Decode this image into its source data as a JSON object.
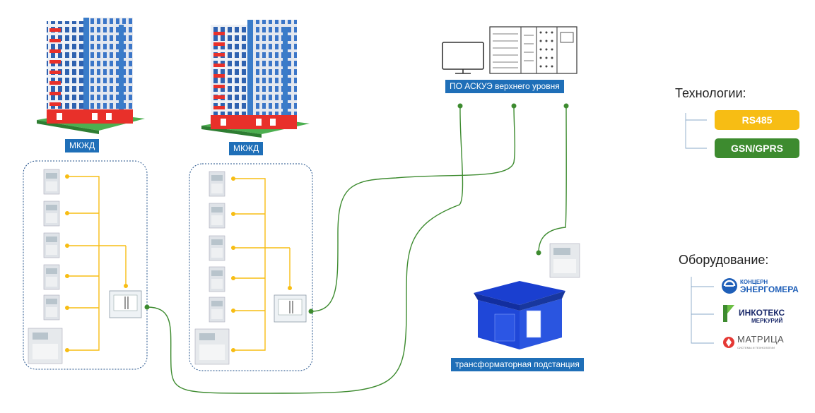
{
  "labels": {
    "building_left": "МКЖД",
    "building_middle": "МКЖД",
    "server": "ПО АСКУЭ верхнего уровня",
    "substation": "трансформаторная подстанция"
  },
  "technologies": {
    "title": "Технологии:",
    "items": [
      {
        "label": "RS485",
        "color": "#f7bd14"
      },
      {
        "label": "GSN/GPRS",
        "color": "#3d8b2f"
      }
    ]
  },
  "equipment": {
    "title": "Оборудование:",
    "logos": [
      {
        "line1": "КОНЦЕРН",
        "line2": "ЭНЕРГОМЕРА",
        "icon": "energomera-logo-icon"
      },
      {
        "line1": "ИНКОТЕКС",
        "line2": "МЕРКУРИЙ",
        "icon": "incotex-logo-icon"
      },
      {
        "line1": "МАТРИЦА",
        "line2": "СИСТЕМЫ И ТЕХНОЛОГИИ",
        "icon": "matrica-logo-icon"
      }
    ]
  },
  "colors": {
    "rs485_line": "#f7bd14",
    "gprs_line": "#3d8b2f",
    "label_bg": "#1f6fb8",
    "building_red": "#e8302a",
    "building_blue": "#2b6fb8",
    "substation_blue": "#1a3fd0"
  }
}
